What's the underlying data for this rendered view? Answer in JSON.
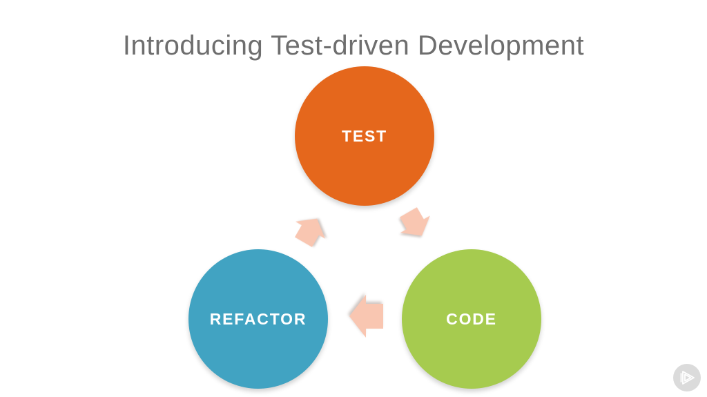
{
  "slide": {
    "title": "Introducing Test-driven Development"
  },
  "theme": {
    "background": "#ffffff",
    "title_color": "#6e6e6e",
    "node_label_color": "#ffffff",
    "arrow_color": "#f9c6b1",
    "logo_circle_color": "#dbdbdb",
    "logo_glyph_color": "#ffffff"
  },
  "diagram": {
    "type": "cycle",
    "nodes": [
      {
        "id": "test",
        "label": "TEST",
        "color": "#e5671c",
        "position": "top"
      },
      {
        "id": "code",
        "label": "CODE",
        "color": "#a6cb4f",
        "position": "bottom-right"
      },
      {
        "id": "refactor",
        "label": "REFACTOR",
        "color": "#41a3c2",
        "position": "bottom-left"
      }
    ],
    "arrows": [
      {
        "from": "refactor",
        "to": "test",
        "direction": "up-right"
      },
      {
        "from": "test",
        "to": "code",
        "direction": "down-right"
      },
      {
        "from": "code",
        "to": "refactor",
        "direction": "left"
      }
    ]
  },
  "watermark": {
    "name": "pluralsight-play-logo"
  }
}
